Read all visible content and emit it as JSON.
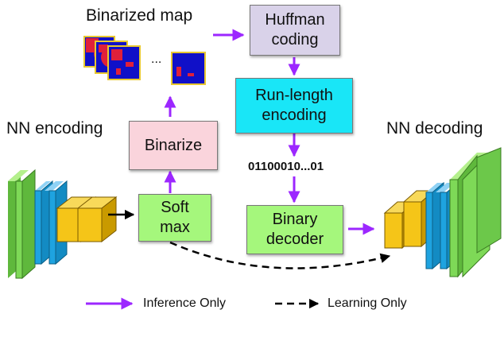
{
  "labels": {
    "binarized_map": "Binarized map",
    "nn_encoding": "NN encoding",
    "nn_decoding": "NN decoding",
    "ellipsis": "...",
    "bitstring": "01100010...01"
  },
  "blocks": {
    "huffman": "Huffman\ncoding",
    "run_length": "Run-length\nencoding",
    "binarize": "Binarize",
    "softmax": "Soft\nmax",
    "binary_decoder": "Binary\ndecoder"
  },
  "legend": {
    "inference": "Inference Only",
    "learning": "Learning Only"
  },
  "colors": {
    "purple_arrow": "#9c27ff",
    "huffman_fill": "#d9d2e9",
    "run_length_fill": "#19e6f7",
    "binarize_fill": "#fad4dc",
    "green_block_fill": "#a5f77c",
    "layer_green": "#7ed957",
    "layer_blue": "#1ea3e0",
    "layer_yellow": "#f5c518",
    "map_blue": "#1010c8",
    "map_red": "#e0203a",
    "map_border": "#e8c830"
  }
}
